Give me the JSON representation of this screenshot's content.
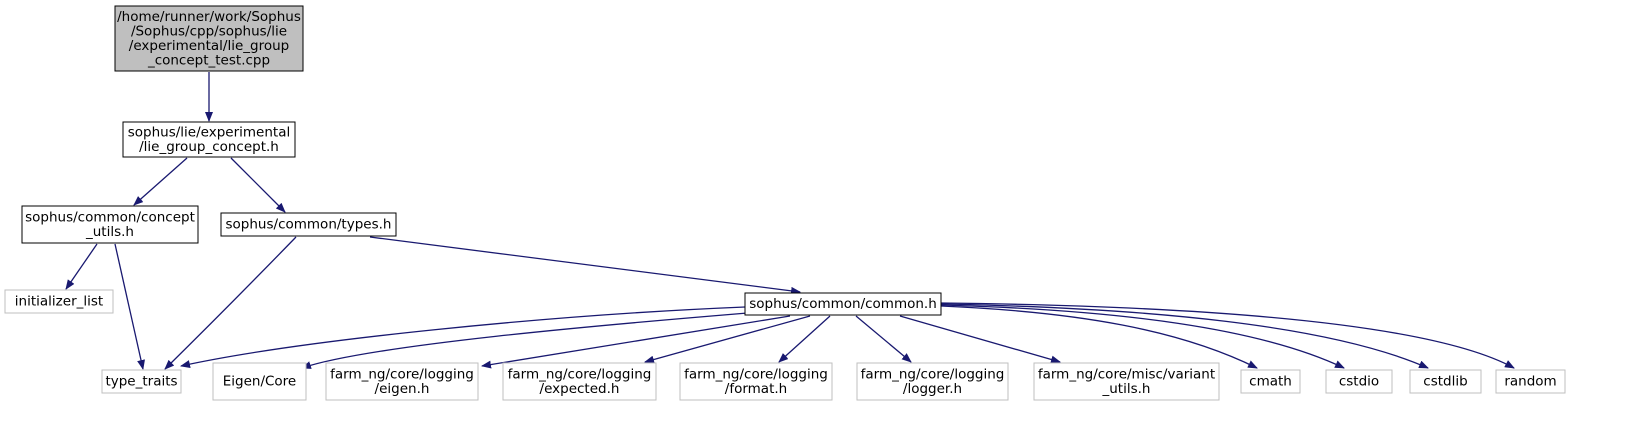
{
  "nodes": {
    "root": {
      "lines": [
        "/home/runner/work/Sophus",
        "/Sophus/cpp/sophus/lie",
        "/experimental/lie_group",
        "_concept_test.cpp"
      ],
      "style": "root"
    },
    "lie_group_concept": {
      "lines": [
        "sophus/lie/experimental",
        "/lie_group_concept.h"
      ],
      "style": "local"
    },
    "concept_utils": {
      "lines": [
        "sophus/common/concept",
        "_utils.h"
      ],
      "style": "local"
    },
    "types": {
      "lines": [
        "sophus/common/types.h"
      ],
      "style": "local"
    },
    "initializer_list": {
      "lines": [
        "initializer_list"
      ],
      "style": "system"
    },
    "common": {
      "lines": [
        "sophus/common/common.h"
      ],
      "style": "local"
    },
    "type_traits": {
      "lines": [
        "type_traits"
      ],
      "style": "system"
    },
    "eigen_core": {
      "lines": [
        "Eigen/Core"
      ],
      "style": "system"
    },
    "logging_eigen": {
      "lines": [
        "farm_ng/core/logging",
        "/eigen.h"
      ],
      "style": "system"
    },
    "logging_expected": {
      "lines": [
        "farm_ng/core/logging",
        "/expected.h"
      ],
      "style": "system"
    },
    "logging_format": {
      "lines": [
        "farm_ng/core/logging",
        "/format.h"
      ],
      "style": "system"
    },
    "logging_logger": {
      "lines": [
        "farm_ng/core/logging",
        "/logger.h"
      ],
      "style": "system"
    },
    "variant_utils": {
      "lines": [
        "farm_ng/core/misc/variant",
        "_utils.h"
      ],
      "style": "system"
    },
    "cmath": {
      "lines": [
        "cmath"
      ],
      "style": "system"
    },
    "cstdio": {
      "lines": [
        "cstdio"
      ],
      "style": "system"
    },
    "cstdlib": {
      "lines": [
        "cstdlib"
      ],
      "style": "system"
    },
    "random": {
      "lines": [
        "random"
      ],
      "style": "system"
    }
  },
  "edges": [
    [
      "root",
      "lie_group_concept"
    ],
    [
      "lie_group_concept",
      "concept_utils"
    ],
    [
      "lie_group_concept",
      "types"
    ],
    [
      "concept_utils",
      "initializer_list"
    ],
    [
      "concept_utils",
      "type_traits"
    ],
    [
      "types",
      "type_traits"
    ],
    [
      "types",
      "common"
    ],
    [
      "common",
      "type_traits"
    ],
    [
      "common",
      "eigen_core"
    ],
    [
      "common",
      "logging_eigen"
    ],
    [
      "common",
      "logging_expected"
    ],
    [
      "common",
      "logging_format"
    ],
    [
      "common",
      "logging_logger"
    ],
    [
      "common",
      "variant_utils"
    ],
    [
      "common",
      "cmath"
    ],
    [
      "common",
      "cstdio"
    ],
    [
      "common",
      "cstdlib"
    ],
    [
      "common",
      "random"
    ]
  ],
  "colors": {
    "edge": "#191970",
    "root_fill": "#bfbfbf",
    "root_stroke": "#000000",
    "local_stroke": "#000000",
    "system_stroke": "#bfbfbf",
    "text": "#000000"
  }
}
